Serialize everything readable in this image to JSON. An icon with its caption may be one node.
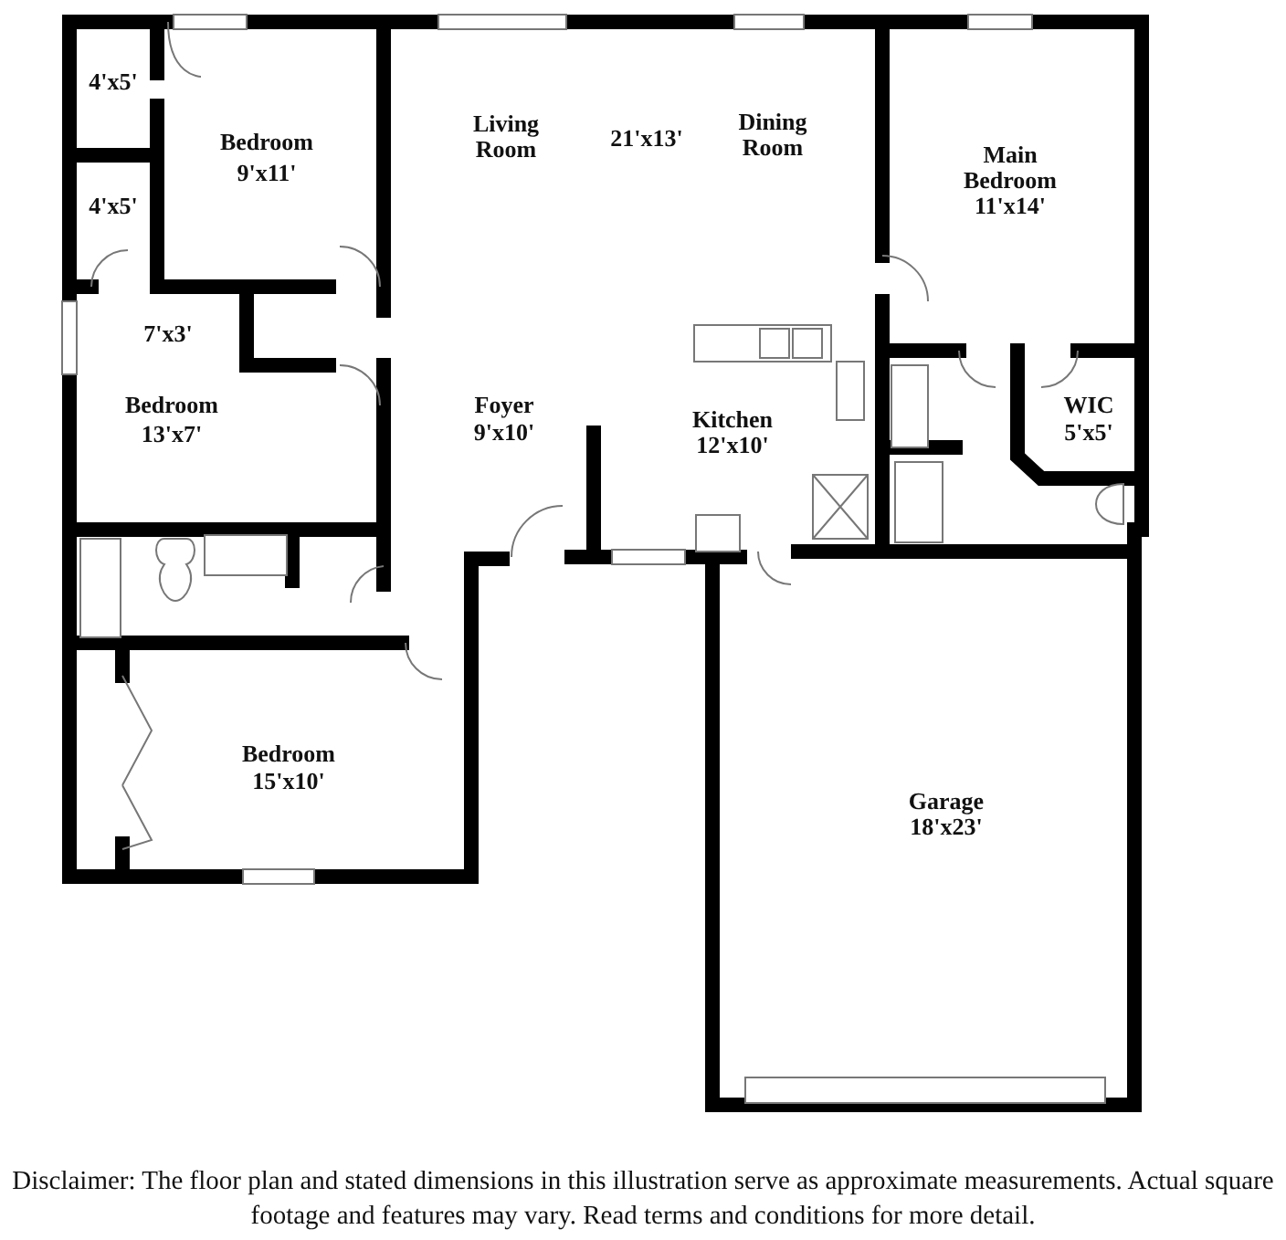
{
  "diagram": {
    "labels": [
      "4'x5'",
      "Living Room",
      "21'x13'",
      "Dining Room",
      "Bedroom",
      "9'x11'",
      "Main Bedroom",
      "11'x14'",
      "4'x5'",
      "7'x3'",
      "Bedroom",
      "13'x7'",
      "Foyer",
      "9'x10'",
      "Kitchen",
      "12'x10'",
      "WIC",
      "5'x5'",
      "Bedroom",
      "15'x10'",
      "Garage",
      "18'x23'"
    ],
    "caption": "Disclaimer: The floor plan and stated dimensions in this illustration serve as approximate measurements. Actual square footage and features may vary. Read terms and conditions for more detail."
  }
}
